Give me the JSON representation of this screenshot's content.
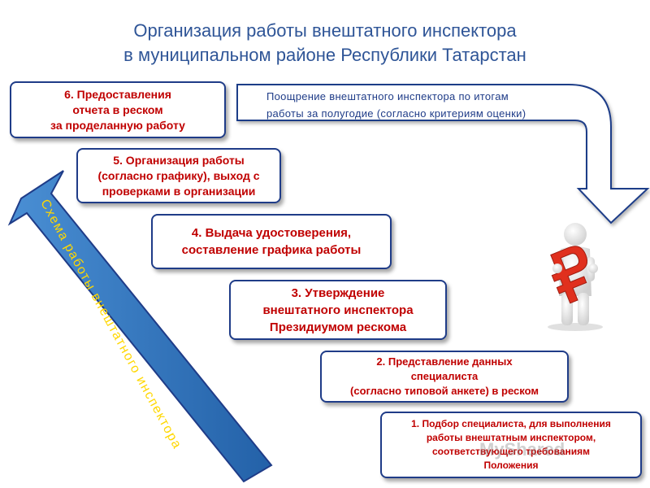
{
  "title": {
    "line1": "Организация работы внештатного инспектора",
    "line2": "в муниципальном районе Республики Татарстан"
  },
  "reward": {
    "line1": "Поощрение внештатного инспектора по итогам",
    "line2": "работы за полугодие (согласно критериям оценки)"
  },
  "scheme_label": "Схема работы внештатного инспектора",
  "steps": [
    {
      "line1": "1. Подбор специалиста, для выполнения",
      "line2": "работы внештатным инспектором,",
      "line3": "соответствующего требованиям",
      "line4": "Положения"
    },
    {
      "line1": "2. Представление  данных",
      "line2": "специалиста",
      "line3": "(согласно типовой анкете) в реском"
    },
    {
      "line1": "3. Утверждение",
      "line2": "внештатного инспектора",
      "line3": "Президиумом рескома"
    },
    {
      "line1": "4. Выдача удостоверения,",
      "line2": "составление графика работы"
    },
    {
      "line1": "5. Организация  работы",
      "line2": "(согласно графику), выход с",
      "line3": "проверками  в организации"
    },
    {
      "line1": "6. Предоставления",
      "line2": "отчета  в реском",
      "line3": "за проделанную  работу"
    }
  ],
  "watermark": "MyShared",
  "colors": {
    "title": "#2f5597",
    "step_text": "#c00000",
    "border": "#1f3c88",
    "arrow_fill": "#2e75b6",
    "arrow_label": "#ffd700",
    "ruble": "#e0301e"
  },
  "icons": [
    "curved-arrow-icon",
    "person-with-ruble-icon",
    "diagonal-arrow-icon"
  ]
}
